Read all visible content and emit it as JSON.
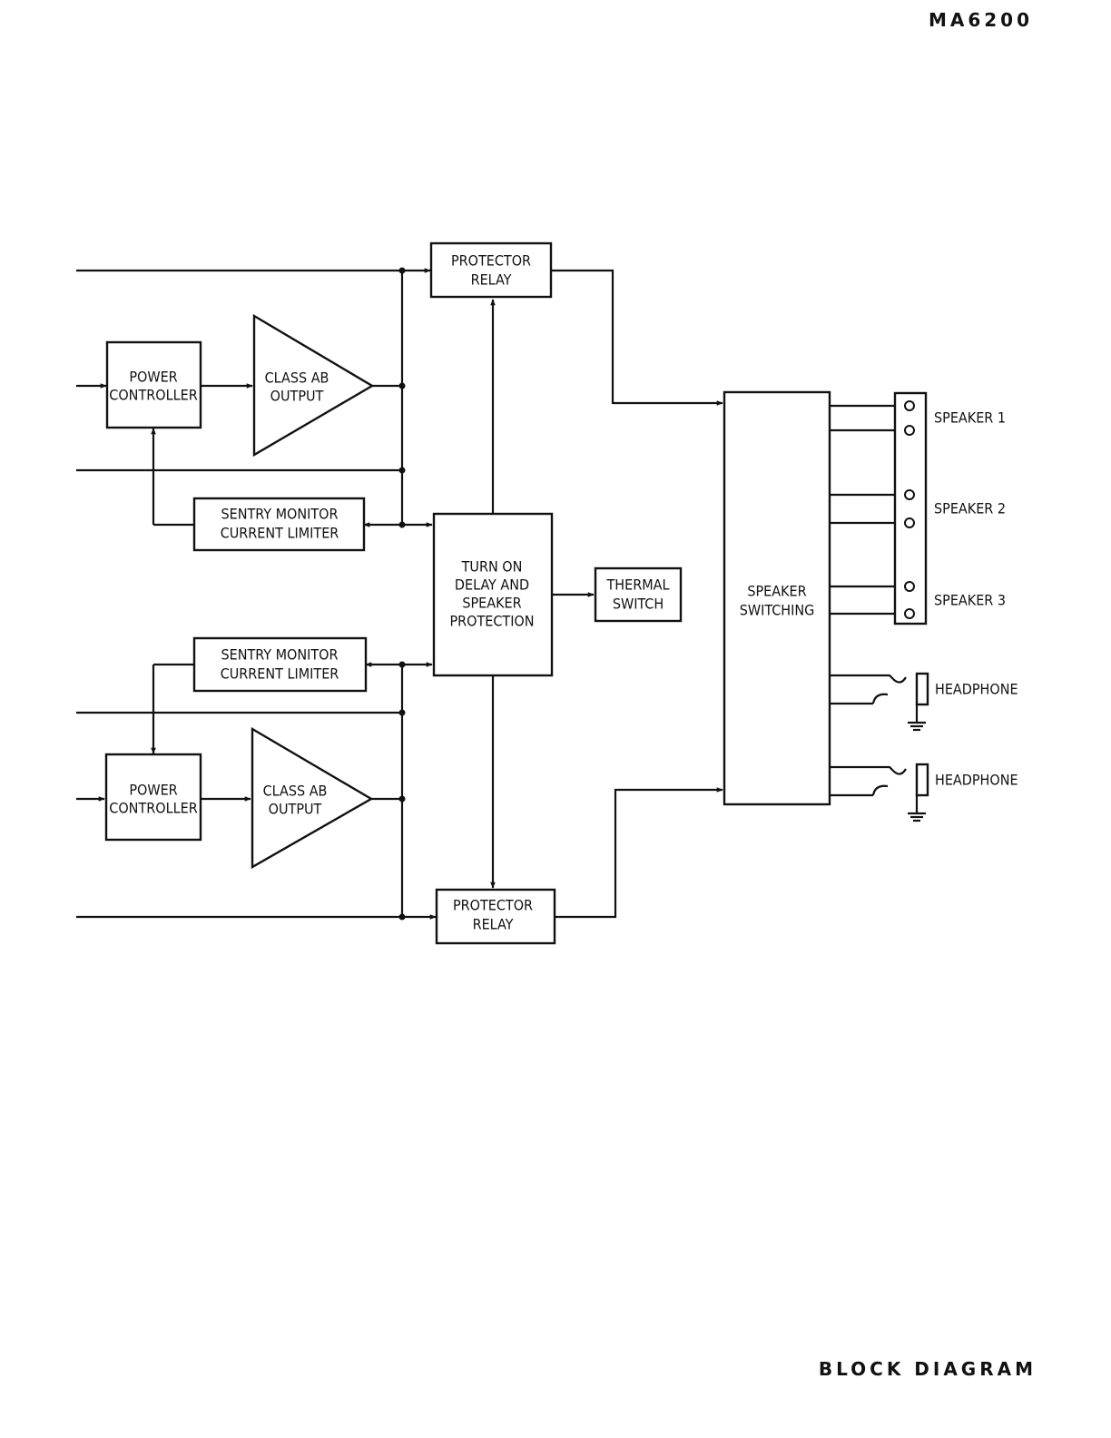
{
  "header": {
    "model": "MA6200"
  },
  "footer": {
    "caption": "BLOCK DIAGRAM"
  },
  "blocks": {
    "protector_relay_top": [
      "PROTECTOR",
      "RELAY"
    ],
    "power_controller_top": [
      "POWER",
      "CONTROLLER"
    ],
    "class_ab_top": [
      "CLASS AB",
      "OUTPUT"
    ],
    "sentry_top": [
      "SENTRY MONITOR",
      "CURRENT LIMITER"
    ],
    "turn_on": [
      "TURN ON",
      "DELAY AND",
      "SPEAKER",
      "PROTECTION"
    ],
    "thermal": [
      "THERMAL",
      "SWITCH"
    ],
    "sentry_bottom": [
      "SENTRY MONITOR",
      "CURRENT LIMITER"
    ],
    "power_controller_bottom": [
      "POWER",
      "CONTROLLER"
    ],
    "class_ab_bottom": [
      "CLASS AB",
      "OUTPUT"
    ],
    "protector_relay_bottom": [
      "PROTECTOR",
      "RELAY"
    ],
    "speaker_switching": [
      "SPEAKER",
      "SWITCHING"
    ]
  },
  "outputs": {
    "speaker_1": "SPEAKER 1",
    "speaker_2": "SPEAKER 2",
    "speaker_3": "SPEAKER 3",
    "headphone_1": "HEADPHONE",
    "headphone_2": "HEADPHONE"
  }
}
